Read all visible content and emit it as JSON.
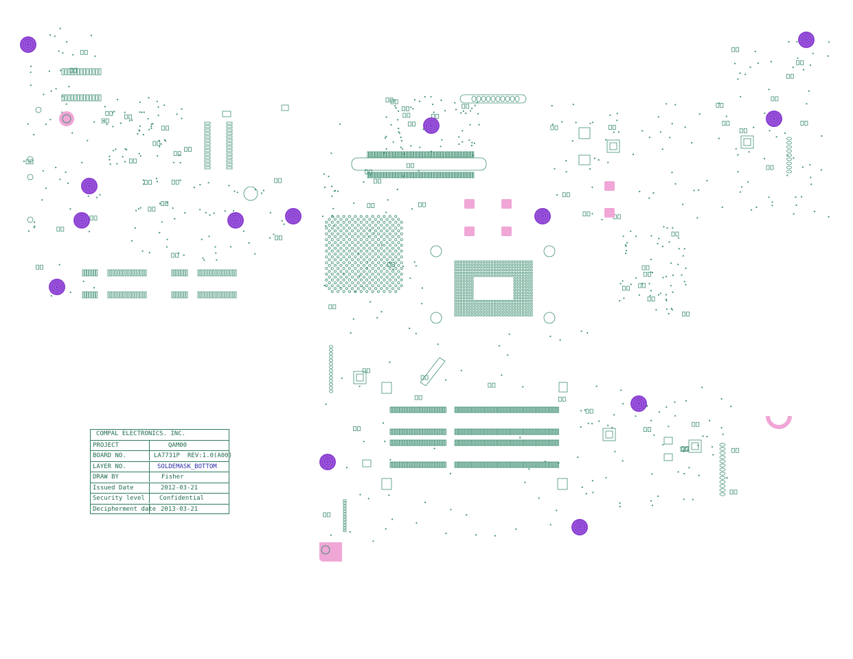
{
  "title_block": {
    "company": "COMPAL ELECTRONICS. INC.",
    "rows": [
      {
        "label": "PROJECT",
        "value": "QAM00",
        "extra": ""
      },
      {
        "label": "BOARD NO.",
        "value": "LA7731P",
        "extra": "REV:1.0(A00)"
      },
      {
        "label": "LAYER NO.",
        "value": "SOLDEMASK_BOTTOM",
        "extra": ""
      },
      {
        "label": "DRAW BY",
        "value": "Fisher",
        "extra": ""
      },
      {
        "label": "Issued  Date",
        "value": "2012-03-21",
        "extra": ""
      },
      {
        "label": "Security level",
        "value": "Confidential",
        "extra": ""
      },
      {
        "label": "Decipherment date",
        "value": "2013-03-21",
        "extra": ""
      }
    ]
  },
  "colors": {
    "trace": "#3f8f72",
    "pad_pink": "#f0a6d6",
    "pad_purple": "#8a3fd0",
    "label_red": "#c04080",
    "title_text": "#1f6b4c",
    "layer_value": "#2a2aa8"
  }
}
